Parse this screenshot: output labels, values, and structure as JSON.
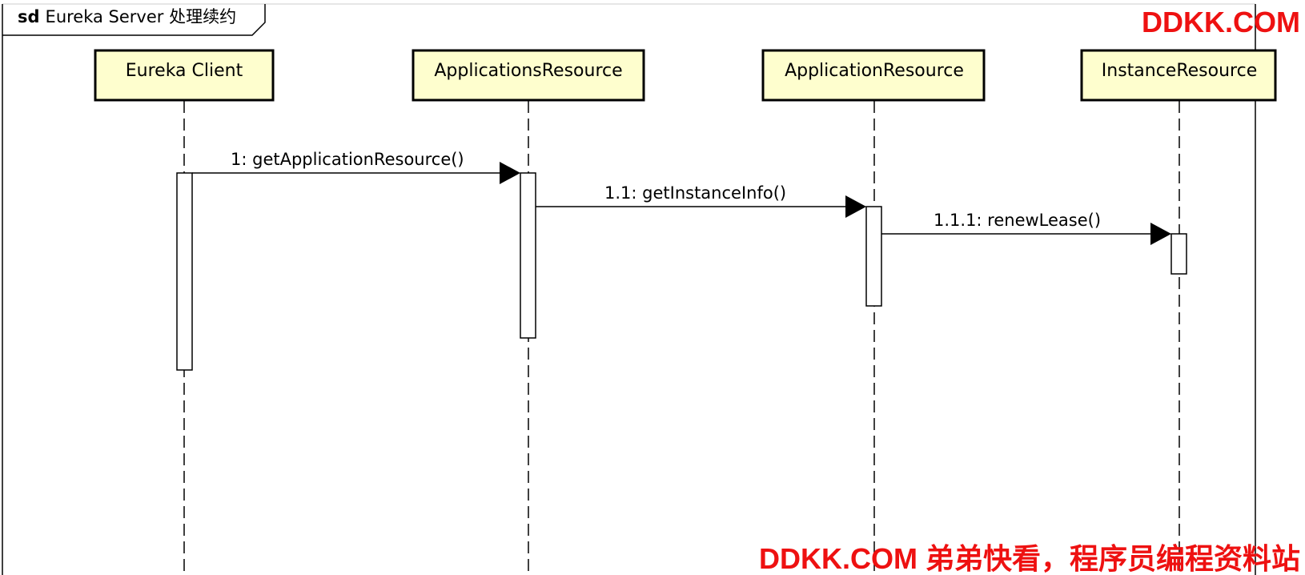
{
  "frame": {
    "keyword": "sd",
    "title": "Eureka Server 处理续约"
  },
  "participants": [
    {
      "id": "eureka-client",
      "label": "Eureka Client"
    },
    {
      "id": "applications-resource",
      "label": "ApplicationsResource"
    },
    {
      "id": "application-resource",
      "label": "ApplicationResource"
    },
    {
      "id": "instance-resource",
      "label": "InstanceResource"
    }
  ],
  "messages": [
    {
      "from": "eureka-client",
      "to": "applications-resource",
      "label": "1: getApplicationResource()"
    },
    {
      "from": "applications-resource",
      "to": "application-resource",
      "label": "1.1: getInstanceInfo()"
    },
    {
      "from": "application-resource",
      "to": "instance-resource",
      "label": "1.1.1: renewLease()"
    }
  ],
  "watermarks": {
    "top": "DDKK.COM",
    "bottom": "DDKK.COM 弟弟快看，程序员编程资料站"
  },
  "colors": {
    "participant_fill": "#fefece",
    "participant_border": "#000000",
    "line": "#000000",
    "watermark": "#ee1111"
  }
}
